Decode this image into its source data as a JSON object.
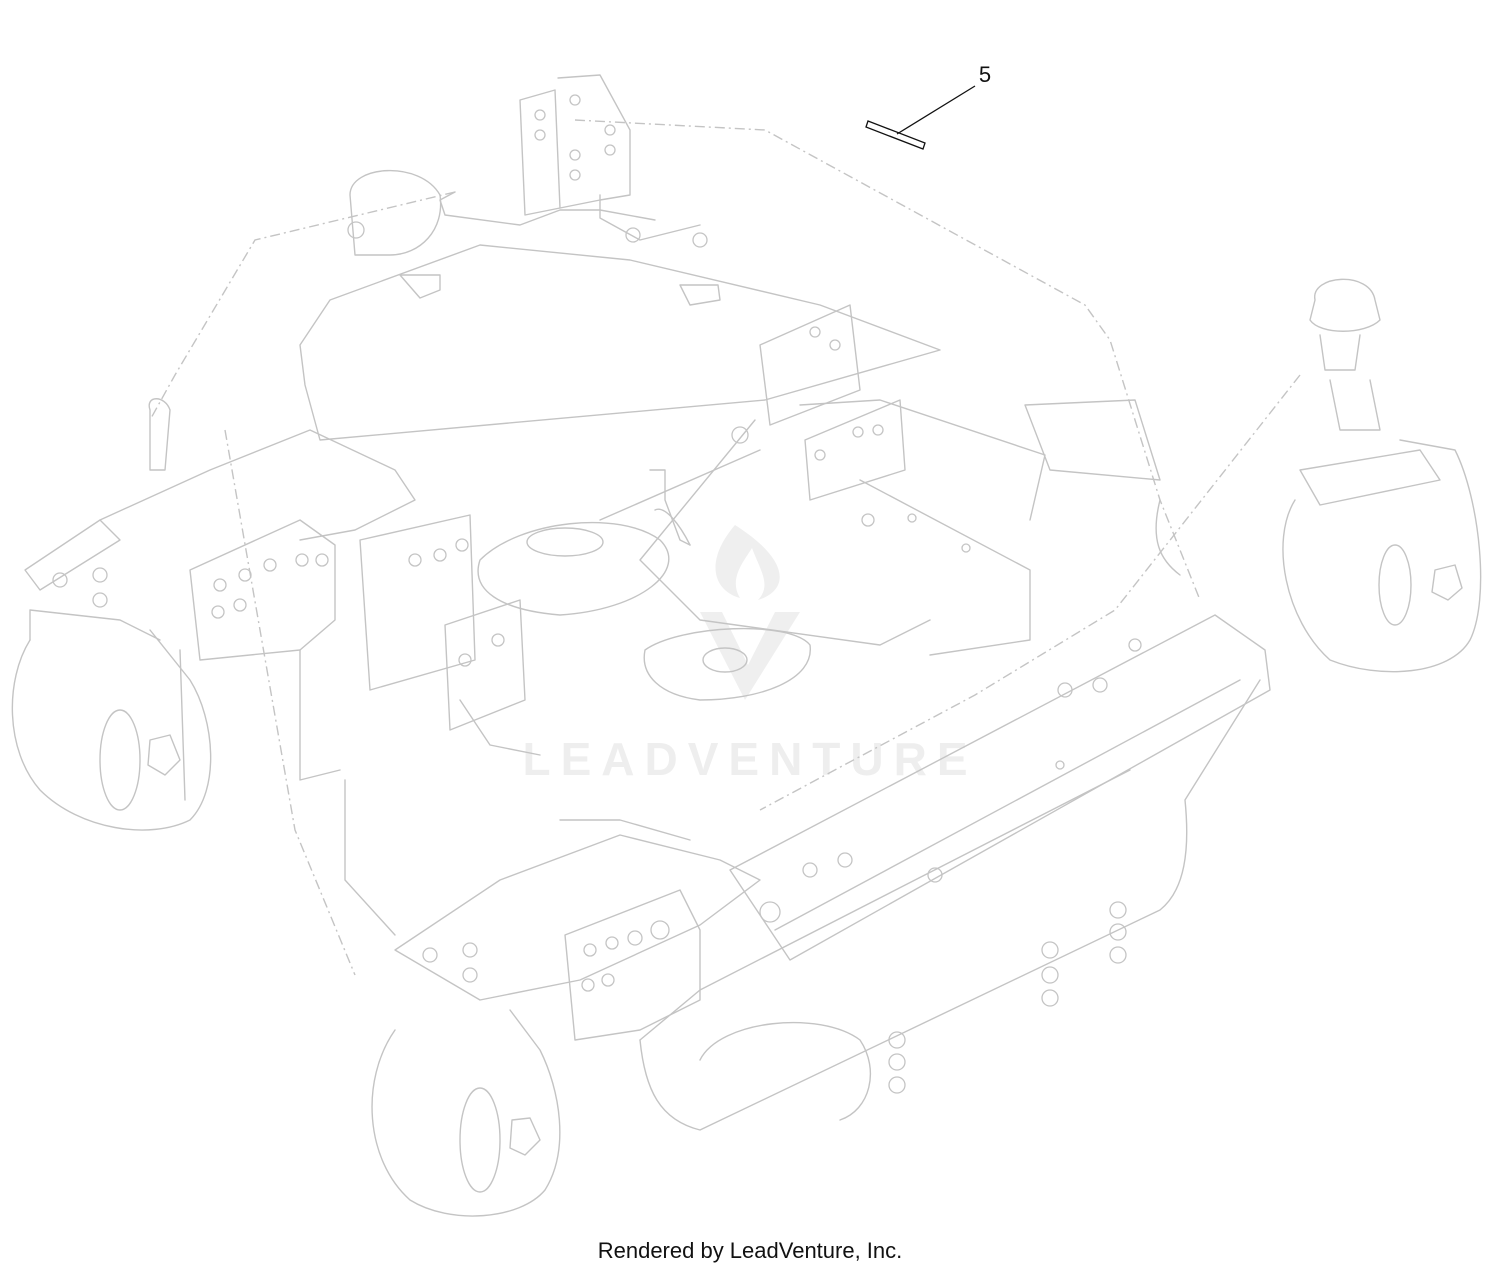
{
  "diagram": {
    "callouts": [
      {
        "label": "5"
      }
    ],
    "watermark": {
      "text": "LEADVENTURE"
    },
    "footer": "Rendered by LeadVenture, Inc.",
    "colors": {
      "line": "#c4c4c4",
      "callout": "#111111",
      "watermark": "#eeeeee"
    }
  }
}
